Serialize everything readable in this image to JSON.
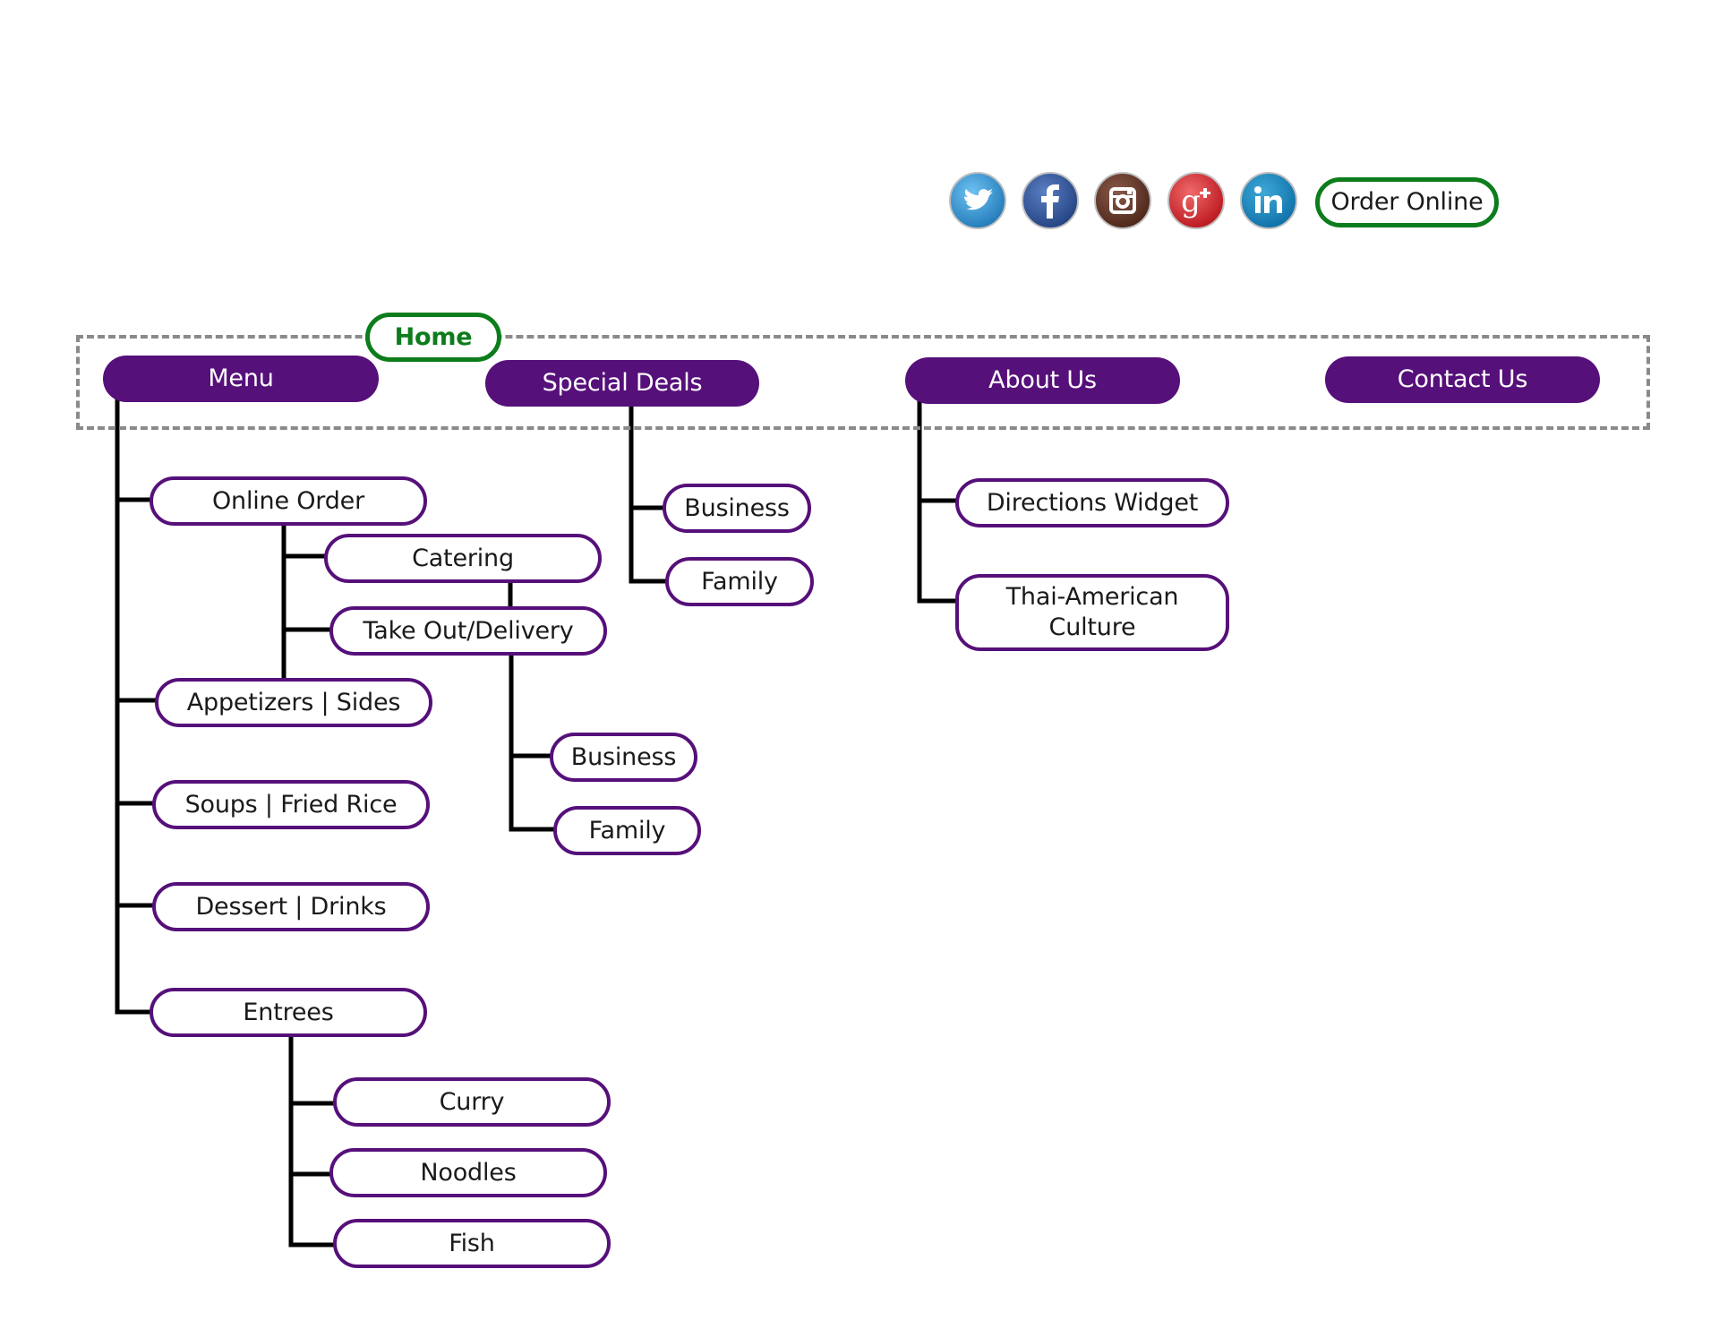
{
  "header": {
    "order_online_label": "Order Online",
    "social_icons": [
      "twitter-icon",
      "facebook-icon",
      "instagram-icon",
      "google-plus-icon",
      "linkedin-icon"
    ]
  },
  "colors": {
    "primary": "#56107a",
    "accent_green": "#0d7d1c",
    "connector": "#000000",
    "dashed_box": "#8a8a8a"
  },
  "nav": {
    "home": "Home",
    "menu": "Menu",
    "special_deals": "Special Deals",
    "about_us": "About Us",
    "contact_us": "Contact Us"
  },
  "menu_children": {
    "online_order": "Online Order",
    "catering": "Catering",
    "take_out_delivery": "Take Out/Delivery",
    "take_out_business": "Business",
    "take_out_family": "Family",
    "appetizers_sides": "Appetizers |  Sides",
    "soups_fried_rice": "Soups  |  Fried Rice",
    "dessert_drinks": "Dessert  |  Drinks",
    "entrees": "Entrees",
    "curry": "Curry",
    "noodles": "Noodles",
    "fish": "Fish"
  },
  "special_deals_children": {
    "business": "Business",
    "family": "Family"
  },
  "about_us_children": {
    "directions_widget": "Directions Widget",
    "thai_american_culture": "Thai-American\nCulture"
  }
}
